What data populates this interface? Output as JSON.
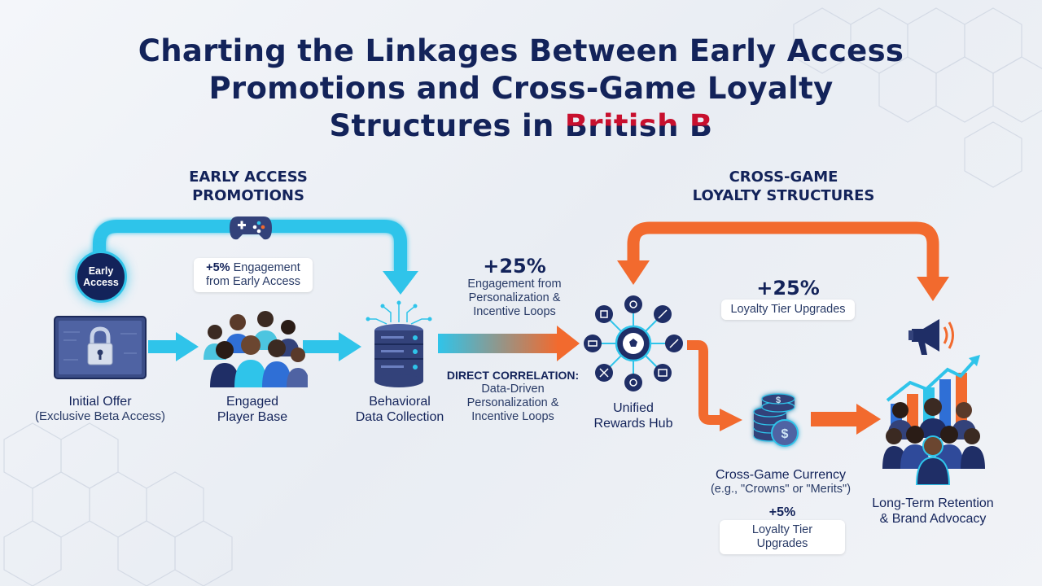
{
  "title": {
    "line1": "Charting the Linkages Between Early Access",
    "line2": "Promotions and Cross-Game Loyalty",
    "line3_prefix": "Structures in ",
    "line3_brand": "British B"
  },
  "sections": {
    "early_access_line1": "EARLY ACCESS",
    "early_access_line2": "PROMOTIONS",
    "loyalty_line1": "CROSS-GAME",
    "loyalty_line2": "LOYALTY STRUCTURES"
  },
  "badge": {
    "line1": "Early",
    "line2": "Access"
  },
  "engagement_pill": {
    "highlight": "+5%",
    "text1": " Engagement",
    "text2": "from Early Access"
  },
  "nodes": {
    "initial_offer": {
      "line1": "Initial Offer",
      "line2": "(Exclusive Beta Access)"
    },
    "engaged_players": {
      "line1": "Engaged",
      "line2": "Player Base"
    },
    "behavioral_data": {
      "line1": "Behavioral",
      "line2": "Data Collection"
    },
    "rewards_hub": {
      "line1": "Unified",
      "line2": "Rewards Hub"
    },
    "currency": {
      "line1": "Cross-Game Currency",
      "line2": "(e.g., \"Crowns\" or \"Merits\")"
    },
    "retention": {
      "line1": "Long-Term Retention",
      "line2": "& Brand Advocacy"
    }
  },
  "stats": {
    "personalization": {
      "value": "+25%",
      "line1": "Engagement from",
      "line2": "Personalization &",
      "line3": "Incentive Loops"
    },
    "correlation": {
      "heading": "DIRECT CORRELATION:",
      "line1": "Data-Driven",
      "line2": "Personalization &",
      "line3": "Incentive Loops"
    },
    "tier_25": {
      "value": "+25%",
      "label": "Loyalty Tier Upgrades"
    },
    "tier_5": {
      "value": "+5%",
      "label": "Loyalty Tier Upgrades"
    }
  },
  "colors": {
    "navy": "#13235a",
    "cyan": "#2fc4ea",
    "orange": "#f26a2e",
    "chart_blue": "#2f6fd6",
    "chart_cyan": "#2fc4ea"
  },
  "icons": {
    "controller": "game-controller-icon",
    "lock": "padlock-icon",
    "database": "database-server-icon",
    "hub": "soccer-ball-hub-icon",
    "coins": "coin-stack-icon",
    "megaphone": "megaphone-icon",
    "growth": "growth-chart-icon",
    "people": "people-group-icon"
  }
}
